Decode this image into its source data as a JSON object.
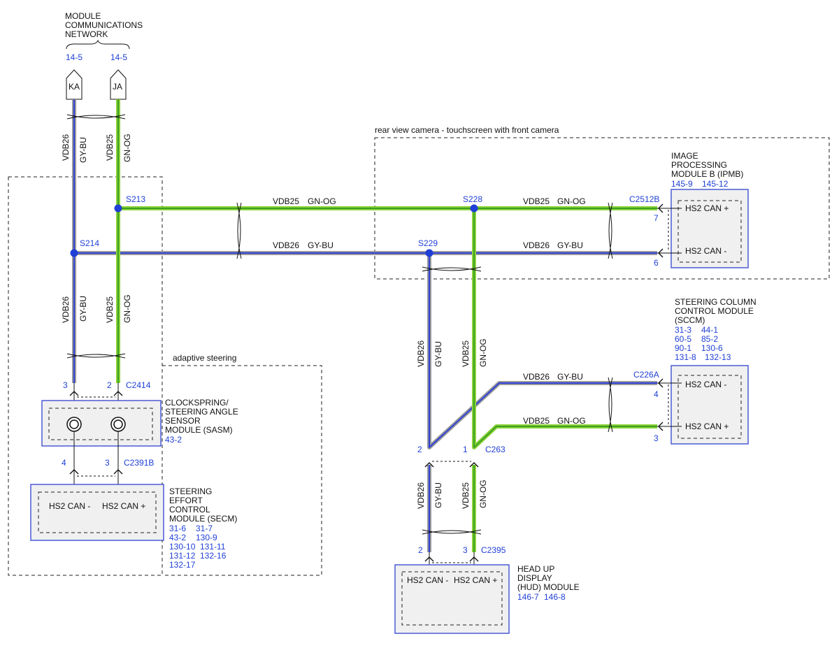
{
  "network": {
    "title_lines": [
      "MODULE",
      "COMMUNICATIONS",
      "NETWORK"
    ],
    "refs": [
      "14-5",
      "14-5"
    ],
    "connectors": [
      "KA",
      "JA"
    ]
  },
  "wires": {
    "vdb26": "VDB26",
    "vdb25": "VDB25",
    "gybu": "GY-BU",
    "gnog": "GN-OG"
  },
  "splices": {
    "s213": "S213",
    "s214": "S214",
    "s228": "S228",
    "s229": "S229"
  },
  "zones": {
    "rear_camera": "rear view camera - touchscreen with front camera",
    "adaptive_steering": "adaptive steering"
  },
  "ipmb": {
    "name_lines": [
      "IMAGE",
      "PROCESSING",
      "MODULE B (IPMB)"
    ],
    "refs": [
      "145-9",
      "145-12"
    ],
    "connector": "C2512B",
    "pins": [
      "7",
      "6"
    ],
    "pin_labels": [
      "HS2 CAN +",
      "HS2 CAN -"
    ]
  },
  "sccm": {
    "name_lines": [
      "STEERING COLUMN",
      "CONTROL MODULE",
      "(SCCM)"
    ],
    "refs": [
      "31-3",
      "44-1",
      "60-5",
      "85-2",
      "90-1",
      "130-6",
      "131-8",
      "132-13"
    ],
    "connector": "C226A",
    "pins": [
      "4",
      "3"
    ],
    "pin_labels": [
      "HS2 CAN -",
      "HS2 CAN +"
    ]
  },
  "sasm": {
    "name_lines": [
      "CLOCKSPRING/",
      "STEERING ANGLE",
      "SENSOR",
      "MODULE (SASM)"
    ],
    "refs": [
      "43-2"
    ],
    "top_connector": "C2414",
    "top_pins": [
      "3",
      "2"
    ],
    "bottom_connector": "C2391B",
    "bottom_pins": [
      "4",
      "3"
    ]
  },
  "secm": {
    "name_lines": [
      "STEERING",
      "EFFORT",
      "CONTROL",
      "MODULE (SECM)"
    ],
    "refs": [
      "31-6",
      "31-7",
      "43-2",
      "130-9",
      "130-10",
      "131-11",
      "131-12",
      "132-16",
      "132-17"
    ],
    "pin_labels": [
      "HS2 CAN -",
      "HS2 CAN +"
    ]
  },
  "c263": {
    "connector": "C263",
    "pins": [
      "2",
      "1"
    ]
  },
  "hud": {
    "name_lines": [
      "HEAD UP",
      "DISPLAY",
      "(HUD) MODULE"
    ],
    "refs": [
      "146-7",
      "146-8"
    ],
    "connector": "C2395",
    "pins": [
      "2",
      "3"
    ],
    "pin_labels": [
      "HS2 CAN -",
      "HS2 CAN +"
    ]
  },
  "colors": {
    "gybu_core": "#2e3fd8",
    "gybu_outer": "#9a9a9a",
    "gnog_core": "#3aa020",
    "gnog_outer": "#8cd23a",
    "ref_text": "#1f3fd6",
    "module_border": "#4a5bd6"
  }
}
